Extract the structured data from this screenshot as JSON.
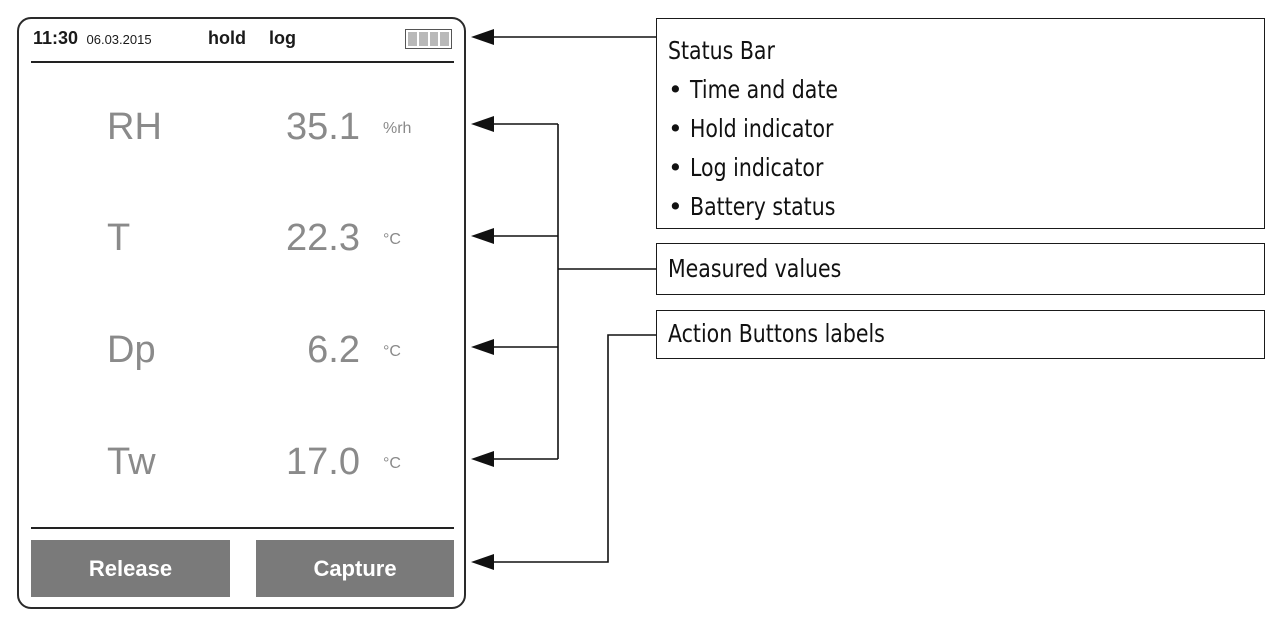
{
  "status_bar": {
    "time": "11:30",
    "date": "06.03.2015",
    "hold": "hold",
    "log": "log",
    "battery_segments": 4
  },
  "readings": [
    {
      "name": "RH",
      "value": "35.1",
      "unit": "%rh"
    },
    {
      "name": "T",
      "value": "22.3",
      "unit": "°C"
    },
    {
      "name": "Dp",
      "value": "6.2",
      "unit": "°C"
    },
    {
      "name": "Tw",
      "value": "17.0",
      "unit": "°C"
    }
  ],
  "buttons": {
    "release": "Release",
    "capture": "Capture"
  },
  "callouts": {
    "status": {
      "title": "Status Bar",
      "items": [
        "Time and date",
        "Hold indicator",
        "Log indicator",
        "Battery status"
      ]
    },
    "measured": "Measured values",
    "action": "Action Buttons labels"
  },
  "colors": {
    "reading_text": "#8a8a8a",
    "button_fill": "#7a7a7a",
    "battery_fill": "#b9b9b9"
  }
}
